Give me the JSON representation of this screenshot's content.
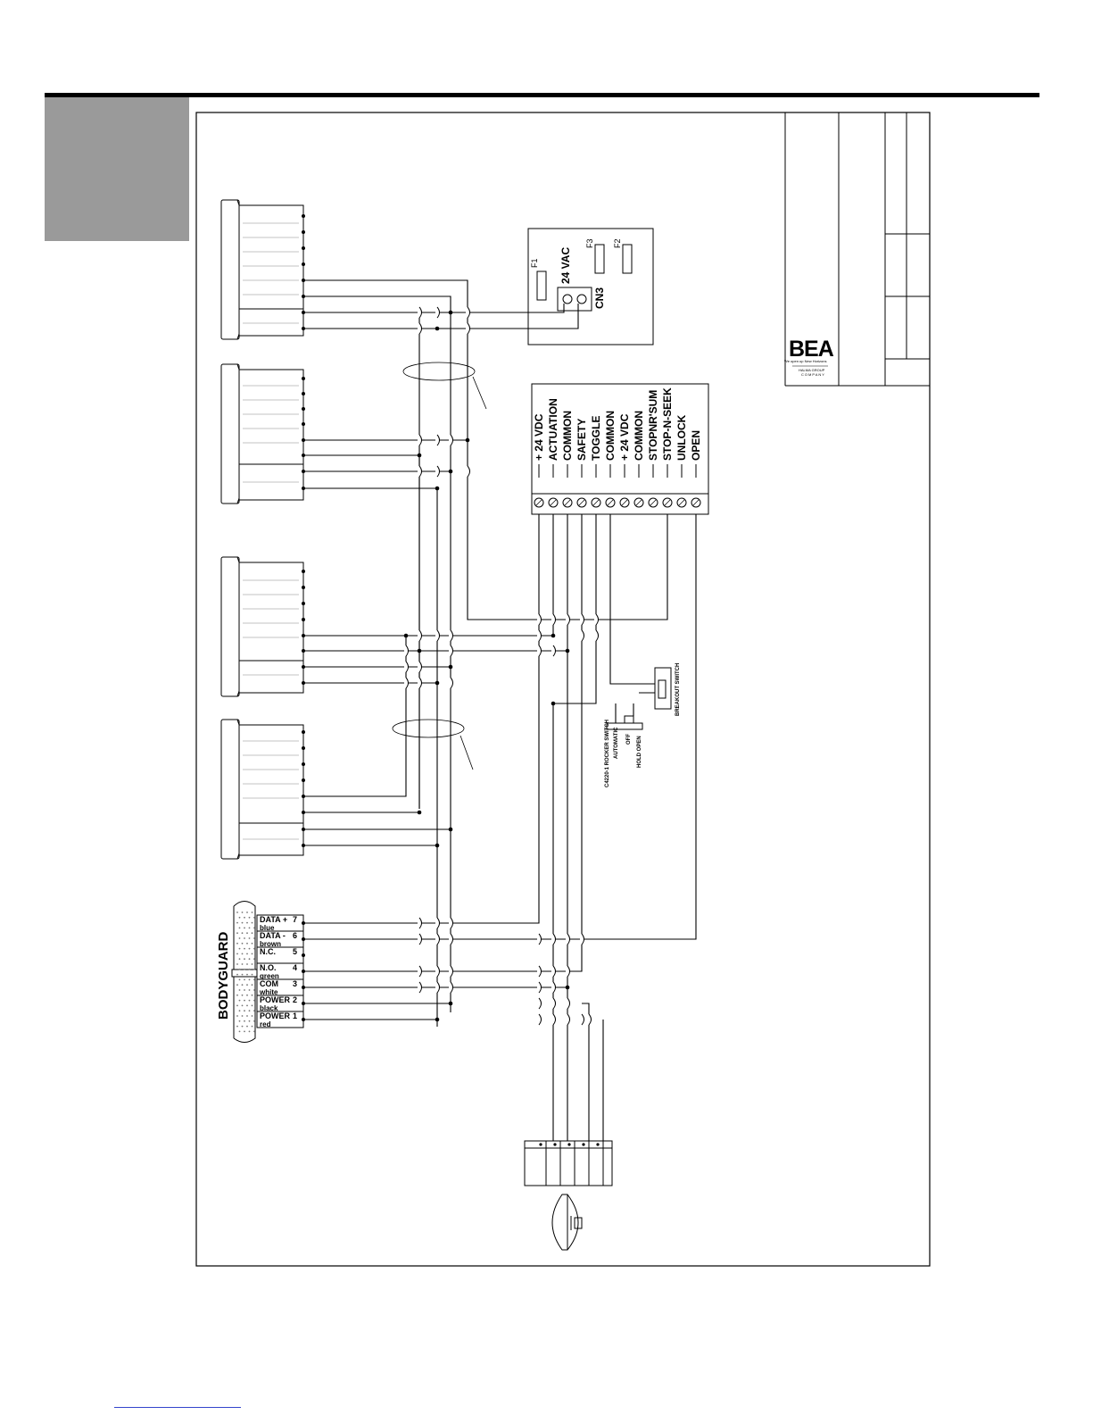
{
  "power_board": {
    "f1": "F1",
    "f2": "F2",
    "f3": "F3",
    "vac": "24 VAC",
    "cn3": "CN3"
  },
  "control_terminals": [
    "+ 24 VDC",
    "ACTUATION",
    "COMMON",
    "SAFETY",
    "TOGGLE",
    "COMMON",
    "+ 24 VDC",
    "COMMON",
    "STOPNR'SUM",
    "STOP-N-SEEK",
    "UNLOCK",
    "OPEN"
  ],
  "bodyguard": {
    "title": "BODYGUARD",
    "pins": [
      {
        "name": "DATA +",
        "num": "7",
        "color": "blue"
      },
      {
        "name": "DATA -",
        "num": "6",
        "color": "brown"
      },
      {
        "name": "N.C.",
        "num": "5",
        "color": ""
      },
      {
        "name": "N.O.",
        "num": "4",
        "color": "green"
      },
      {
        "name": "COM",
        "num": "3",
        "color": "white"
      },
      {
        "name": "POWER",
        "num": "2",
        "color": "black"
      },
      {
        "name": "POWER",
        "num": "1",
        "color": "red"
      }
    ]
  },
  "switches": {
    "rocker": "C4220-1 ROCKER SWITCH",
    "automatic": "AUTOMATIC",
    "off": "OFF",
    "hold_open": "HOLD OPEN",
    "breakout": "BREAKOUT SWITCH"
  },
  "title_block": {
    "logo": "BEA",
    "tagline": "We open up New Horizons",
    "group_line1": "HALMA GROUP",
    "group_line2": "COMPANY"
  },
  "colors": {
    "line": "#000000",
    "gray_tab": "#9a9a9a",
    "link": "#3344cc"
  }
}
